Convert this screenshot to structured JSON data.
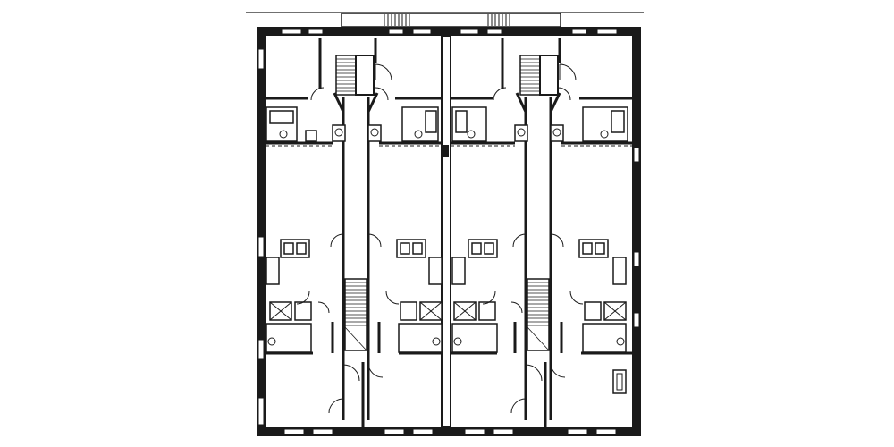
{
  "diagram": {
    "kind": "architectural-floor-plan",
    "line_color": "#1a1a1a",
    "background": "#ffffff",
    "fill_color": "#ffffff",
    "units_shown": 4,
    "corridors_shown": 2,
    "labels": []
  }
}
